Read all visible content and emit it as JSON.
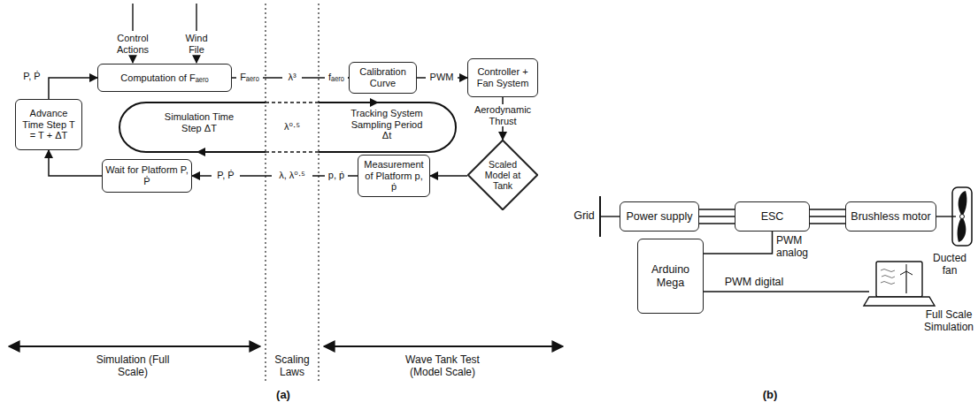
{
  "diagram": {
    "nodes": [
      {
        "text": [
          "Computation of Fₐₑᵣₒ"
        ]
      },
      {
        "text": [
          "Calibration Curve"
        ]
      },
      {
        "text": [
          "Controller + Fan System"
        ]
      },
      {
        "text": [
          "Scaled Model at Tank"
        ]
      },
      {
        "text": [
          "Measurement of Platform p, ṗ"
        ]
      },
      {
        "text": [
          "Wait for Platform P, Ṗ"
        ]
      },
      {
        "text": [
          "Advance Time Step T = T + ΔT"
        ]
      },
      {
        "text": [
          "Power supply"
        ]
      },
      {
        "text": [
          "ESC"
        ]
      },
      {
        "text": [
          "Brushless motor"
        ]
      },
      {
        "text": [
          "Arduino Mega"
        ]
      }
    ],
    "edges": [
      {
        "from": 0,
        "to": 1,
        "arrow": "to"
      },
      {
        "from": 1,
        "to": 2,
        "label": "PWM",
        "arrow": "to"
      },
      {
        "from": 2,
        "to": 3,
        "label": "Aerodynamic Thrust",
        "arrow": "to"
      },
      {
        "from": 3,
        "to": 4,
        "arrow": "to"
      },
      {
        "from": 4,
        "to": 5,
        "arrow": "to"
      },
      {
        "from": 5,
        "to": 6,
        "arrow": "to"
      },
      {
        "from": 6,
        "to": 0,
        "arrow": "to"
      },
      {
        "from": 7,
        "to": 8,
        "arrow": "none"
      },
      {
        "from": 8,
        "to": 9,
        "arrow": "none"
      },
      {
        "from": 10,
        "to": 8,
        "label": "PWM analog",
        "arrow": "none"
      }
    ],
    "labels": [
      "Control Actions",
      "Wind File",
      "P, Ṗ",
      "Fₐₑᵣₒ",
      "λ³",
      "fₐₑᵣₒ",
      "Simulation Time Step ΔT",
      "λ⁰·⁵",
      "Tracking System Sampling Period Δt",
      "P, Ṗ",
      "λ, λ⁰·⁵",
      "p, ṗ",
      "Simulation (Full Scale)",
      "Scaling Laws",
      "Wave Tank Test (Model Scale)",
      "(a)",
      "Grid",
      "PWM digital",
      "Ducted fan",
      "Full Scale Simulation",
      "(b)"
    ]
  }
}
